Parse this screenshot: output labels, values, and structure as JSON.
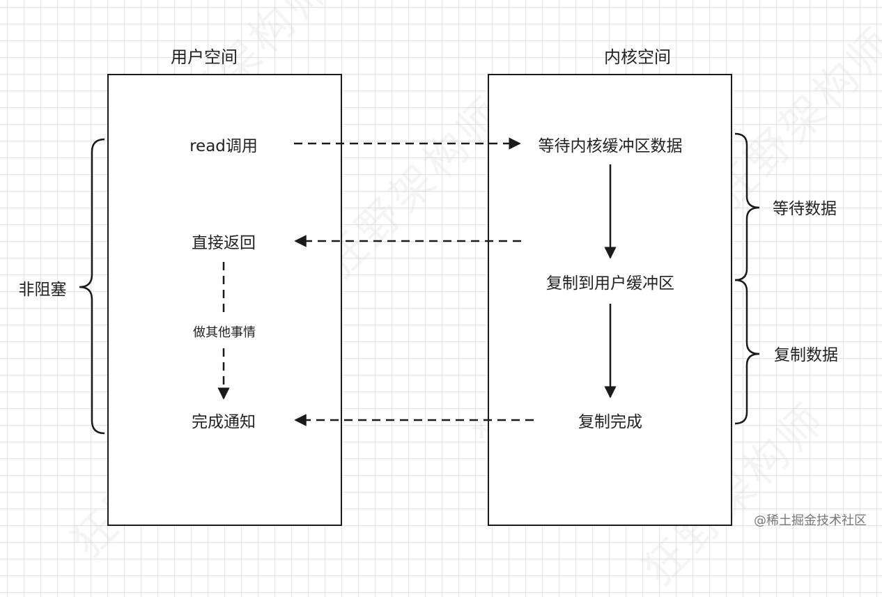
{
  "user_space": {
    "title": "用户空间",
    "read_call": "read调用",
    "direct_return": "直接返回",
    "do_other": "做其他事情",
    "complete_notify": "完成通知"
  },
  "kernel_space": {
    "title": "内核空间",
    "wait_buffer": "等待内核缓冲区数据",
    "copy_to_user": "复制到用户缓冲区",
    "copy_done": "复制完成"
  },
  "brackets": {
    "non_blocking": "非阻塞",
    "wait_data": "等待数据",
    "copy_data": "复制数据"
  },
  "watermark_text": "狂野架构师",
  "footer": "@稀土掘金技术社区"
}
